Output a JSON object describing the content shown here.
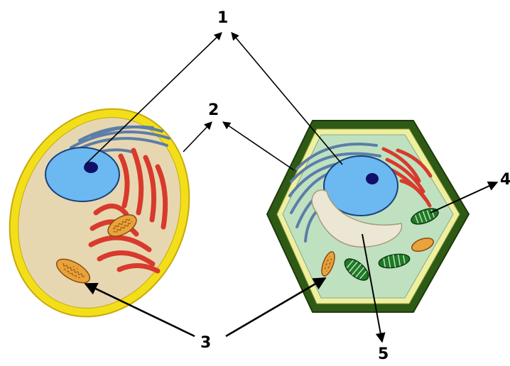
{
  "labels": {
    "l1": "1",
    "l2": "2",
    "l3": "3",
    "l4": "4",
    "l5": "5"
  },
  "colors": {
    "animal_membrane": "#f2df1a",
    "animal_cytoplasm": "#e7d7b1",
    "nucleus": "#6cb8f0",
    "nucleolus": "#10106a",
    "er_rough": "#d83a2c",
    "golgi": "#5c7ea8",
    "mitochondrion": "#e9a33a",
    "plant_wall": "#2f5a16",
    "plant_membrane": "#eef0a0",
    "plant_cytoplasm": "#bfe1c0",
    "vacuole": "#ece6d4",
    "chloroplast": "#1f7a25"
  }
}
